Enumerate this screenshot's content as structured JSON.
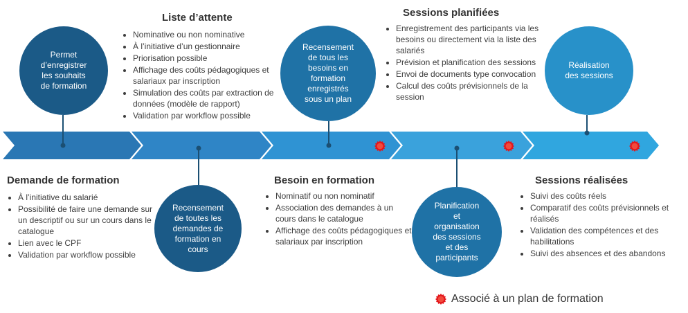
{
  "colors": {
    "chevron1": "#2a77b4",
    "chevron2": "#2f85c6",
    "chevron3": "#2f93d3",
    "chevron4": "#3aa2dc",
    "chevron5": "#30a6df",
    "circle_dark": "#1b5a87",
    "circle_mid": "#1f72a6",
    "circle_light": "#2891c9",
    "marker": "#e3161b",
    "connector": "#1b4f73"
  },
  "icons": {
    "marker": "red-seal-marker-icon"
  },
  "stages": [
    {
      "circle_text": "Permet\nd’enregistrer\nles souhaits\nde formation",
      "heading": "Demande de formation",
      "bullets": [
        "À l’initiative du salarié",
        "Possibilité de faire une demande sur un descriptif ou sur un cours dans le catalogue",
        "Lien avec le CPF",
        "Validation par workflow possible"
      ],
      "associated_with_plan": false
    },
    {
      "circle_text": "Recensement\nde toutes les\ndemandes de\nformation en\ncours",
      "heading": "Liste d’attente",
      "bullets": [
        "Nominative ou non nominative",
        "À l’initiative d’un gestionnaire",
        "Priorisation possible",
        "Affichage des coûts pédagogiques et salariaux par inscription",
        "Simulation des coûts par extraction de données (modèle de rapport)",
        "Validation par workflow possible"
      ],
      "associated_with_plan": false
    },
    {
      "circle_text": "Recensement\nde tous les\nbesoins en\nformation\nenregistrés\nsous un plan",
      "heading": "Besoin en formation",
      "bullets": [
        "Nominatif ou non nominatif",
        "Association des demandes à un cours dans le catalogue",
        "Affichage des coûts pédagogiques et salariaux par inscription"
      ],
      "associated_with_plan": true
    },
    {
      "circle_text": "Planification\net\norganisation\ndes sessions\net des\nparticipants",
      "heading": "Sessions planifiées",
      "bullets": [
        "Enregistrement des participants via les besoins ou directement via la liste des salariés",
        "Prévision et planification des sessions",
        "Envoi de documents type convocation",
        "Calcul des coûts prévisionnels de la session"
      ],
      "associated_with_plan": true
    },
    {
      "circle_text": "Réalisation\ndes sessions",
      "heading": "Sessions réalisées",
      "bullets": [
        "Suivi des coûts réels",
        "Comparatif des coûts prévisionnels et réalisés",
        "Validation des compétences et des habilitations",
        "Suivi des absences et des abandons"
      ],
      "associated_with_plan": true
    }
  ],
  "legend": {
    "label": "Associé à un plan de formation"
  }
}
